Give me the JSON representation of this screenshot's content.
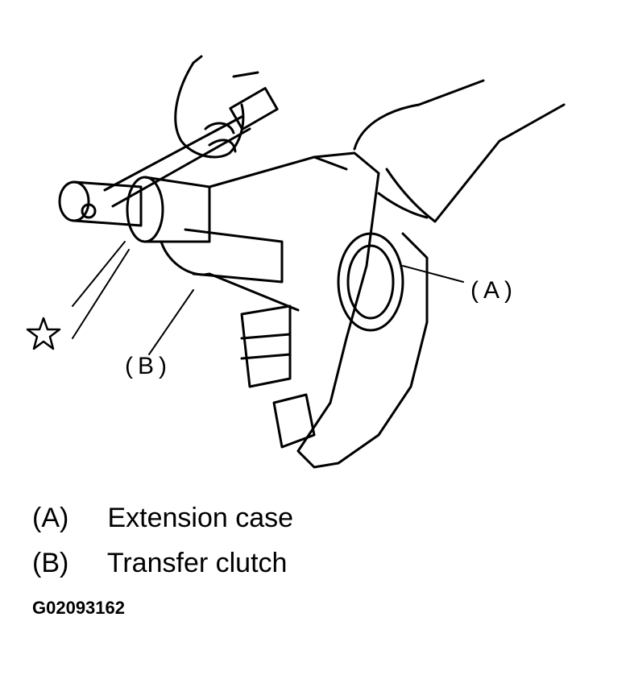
{
  "callouts": {
    "a": "(A)",
    "b": "(B)"
  },
  "legend": [
    {
      "key": "(A)",
      "label": "Extension case"
    },
    {
      "key": "(B)",
      "label": "Transfer clutch"
    }
  ],
  "figure_id": "G02093162",
  "icons": {
    "marker": "star-outline-icon"
  },
  "colors": {
    "ink": "#000000",
    "paper": "#ffffff"
  }
}
